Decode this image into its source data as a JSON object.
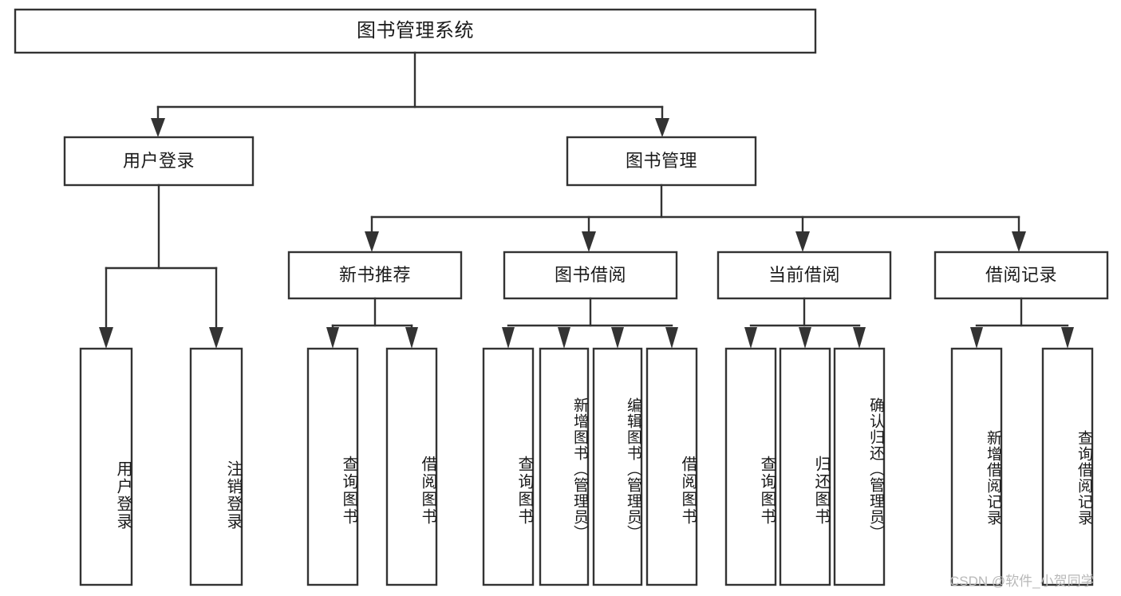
{
  "diagram": {
    "title": "图书管理系统",
    "type": "hierarchy-tree",
    "style": {
      "box_fill": "#ffffff",
      "box_stroke": "#333333",
      "text_color": "#1a1a1a",
      "background": "#ffffff",
      "watermark_color": "#b8b8b8"
    },
    "levels": [
      {
        "level": 1,
        "nodes": [
          {
            "id": "root",
            "label": "图书管理系统",
            "orientation": "horizontal"
          }
        ]
      },
      {
        "level": 2,
        "nodes": [
          {
            "id": "user-login",
            "label": "用户登录",
            "orientation": "horizontal",
            "parent": "root"
          },
          {
            "id": "book-manage",
            "label": "图书管理",
            "orientation": "horizontal",
            "parent": "root"
          }
        ]
      },
      {
        "level": 3,
        "nodes": [
          {
            "id": "new-book-rec",
            "label": "新书推荐",
            "orientation": "horizontal",
            "parent": "book-manage"
          },
          {
            "id": "book-borrow",
            "label": "图书借阅",
            "orientation": "horizontal",
            "parent": "book-manage"
          },
          {
            "id": "current-borrow",
            "label": "当前借阅",
            "orientation": "horizontal",
            "parent": "book-manage"
          },
          {
            "id": "borrow-record",
            "label": "借阅记录",
            "orientation": "horizontal",
            "parent": "book-manage"
          }
        ]
      },
      {
        "level": 4,
        "nodes": [
          {
            "id": "leaf-user-login",
            "label": "用户登录",
            "orientation": "vertical",
            "parent": "user-login"
          },
          {
            "id": "leaf-user-logout",
            "label": "注销登录",
            "orientation": "vertical",
            "parent": "user-login"
          },
          {
            "id": "leaf-query-book-1",
            "label": "查询图书",
            "orientation": "vertical",
            "parent": "new-book-rec"
          },
          {
            "id": "leaf-borrow-book-1",
            "label": "借阅图书",
            "orientation": "vertical",
            "parent": "new-book-rec"
          },
          {
            "id": "leaf-query-book-2",
            "label": "查询图书",
            "orientation": "vertical",
            "parent": "book-borrow"
          },
          {
            "id": "leaf-add-book",
            "label": "新增图书（管理员）",
            "orientation": "vertical",
            "parent": "book-borrow"
          },
          {
            "id": "leaf-edit-book",
            "label": "编辑图书（管理员）",
            "orientation": "vertical",
            "parent": "book-borrow"
          },
          {
            "id": "leaf-borrow-book-2",
            "label": "借阅图书",
            "orientation": "vertical",
            "parent": "book-borrow"
          },
          {
            "id": "leaf-query-book-3",
            "label": "查询图书",
            "orientation": "vertical",
            "parent": "current-borrow"
          },
          {
            "id": "leaf-return-book",
            "label": "归还图书",
            "orientation": "vertical",
            "parent": "current-borrow"
          },
          {
            "id": "leaf-confirm-return",
            "label": "确认归还（管理员）",
            "orientation": "vertical",
            "parent": "current-borrow"
          },
          {
            "id": "leaf-add-record",
            "label": "新增借阅记录",
            "orientation": "vertical",
            "parent": "borrow-record"
          },
          {
            "id": "leaf-query-record",
            "label": "查询借阅记录",
            "orientation": "vertical",
            "parent": "borrow-record"
          }
        ]
      }
    ]
  },
  "watermark": {
    "text": "CSDN @软件_小贺同学"
  }
}
